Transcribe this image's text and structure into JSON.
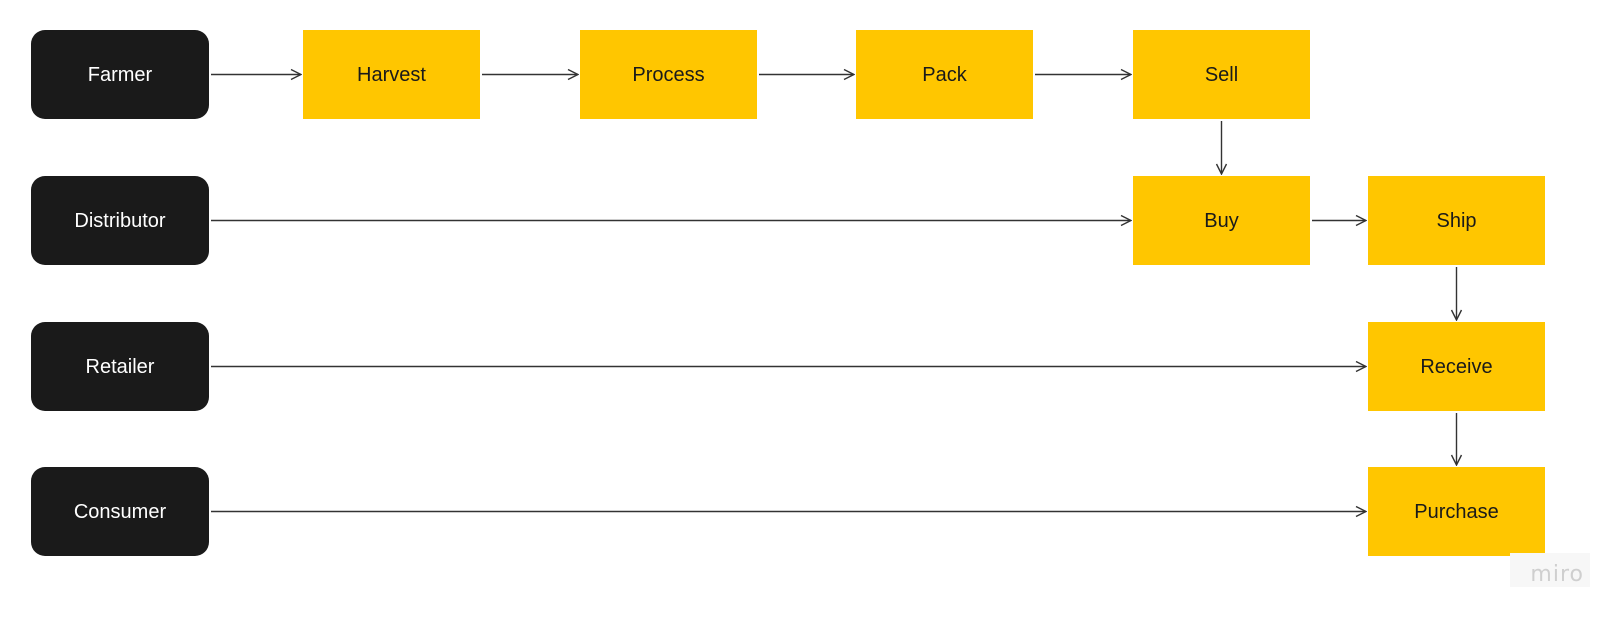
{
  "colors": {
    "actor_fill": "#1a1a1a",
    "actor_text": "#ffffff",
    "step_fill": "#ffc600",
    "step_text": "#1a1a1a",
    "connector": "#333333"
  },
  "actors": [
    {
      "id": "farmer",
      "label": "Farmer"
    },
    {
      "id": "distributor",
      "label": "Distributor"
    },
    {
      "id": "retailer",
      "label": "Retailer"
    },
    {
      "id": "consumer",
      "label": "Consumer"
    }
  ],
  "steps": [
    {
      "id": "harvest",
      "label": "Harvest",
      "lane": "farmer"
    },
    {
      "id": "process",
      "label": "Process",
      "lane": "farmer"
    },
    {
      "id": "pack",
      "label": "Pack",
      "lane": "farmer"
    },
    {
      "id": "sell",
      "label": "Sell",
      "lane": "farmer"
    },
    {
      "id": "buy",
      "label": "Buy",
      "lane": "distributor"
    },
    {
      "id": "ship",
      "label": "Ship",
      "lane": "distributor"
    },
    {
      "id": "receive",
      "label": "Receive",
      "lane": "retailer"
    },
    {
      "id": "purchase",
      "label": "Purchase",
      "lane": "consumer"
    }
  ],
  "edges": [
    {
      "from": "farmer",
      "to": "harvest"
    },
    {
      "from": "harvest",
      "to": "process"
    },
    {
      "from": "process",
      "to": "pack"
    },
    {
      "from": "pack",
      "to": "sell"
    },
    {
      "from": "sell",
      "to": "buy"
    },
    {
      "from": "distributor",
      "to": "buy"
    },
    {
      "from": "buy",
      "to": "ship"
    },
    {
      "from": "ship",
      "to": "receive"
    },
    {
      "from": "retailer",
      "to": "receive"
    },
    {
      "from": "receive",
      "to": "purchase"
    },
    {
      "from": "consumer",
      "to": "purchase"
    }
  ],
  "watermark": {
    "text": "miro"
  }
}
